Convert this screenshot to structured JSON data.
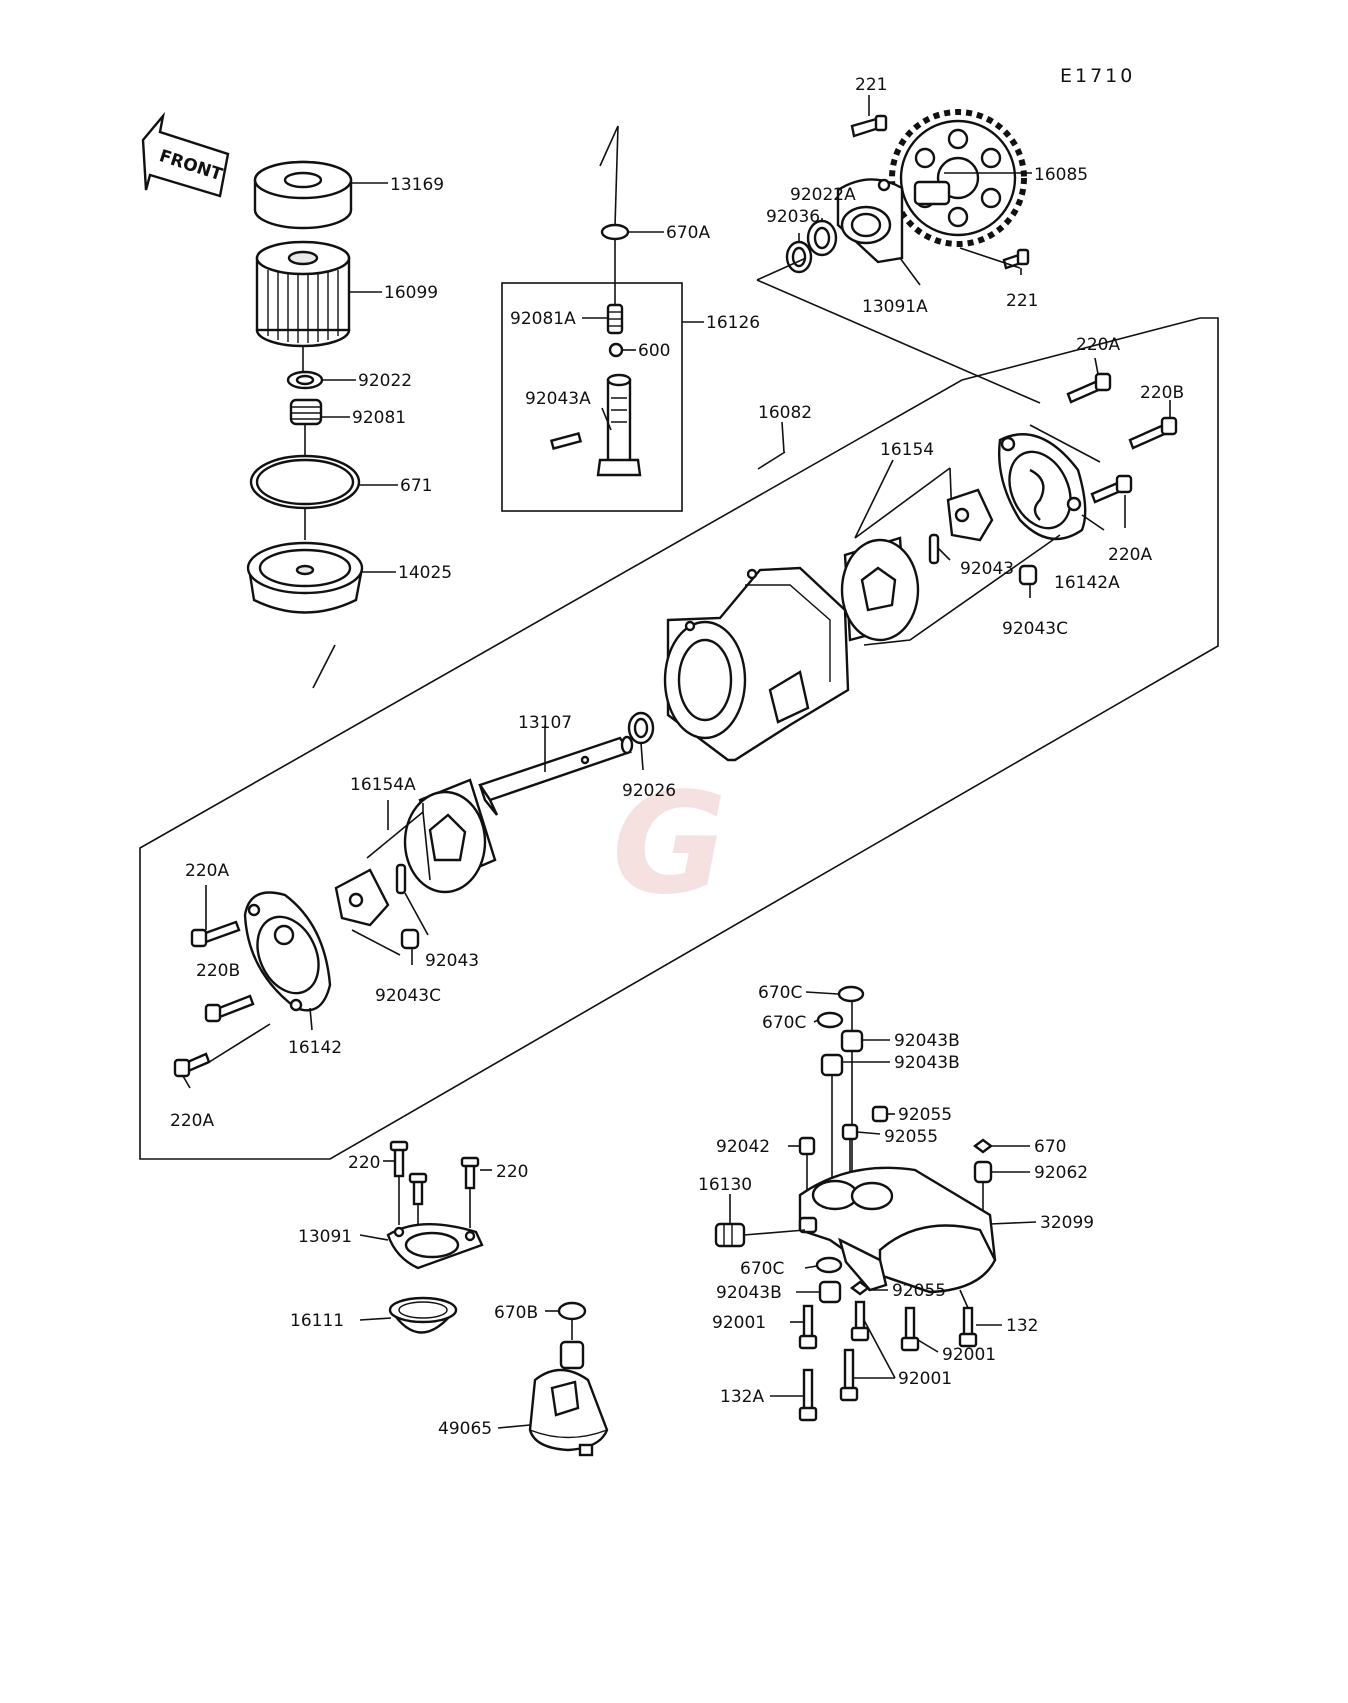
{
  "diagram_code": "E1710",
  "front_label": "FRONT",
  "watermark_letter": "G",
  "labels": {
    "p13169": "13169",
    "p16099": "16099",
    "p92022": "92022",
    "p92081": "92081",
    "p671": "671",
    "p14025": "14025",
    "p670A": "670A",
    "p92081A": "92081A",
    "p16126": "16126",
    "p600": "600",
    "p92043A": "92043A",
    "p221_top": "221",
    "p16085": "16085",
    "p92022A": "92022A",
    "p92036": "92036",
    "p13091A": "13091A",
    "p221_bottom": "221",
    "p220A_top": "220A",
    "p220B_top": "220B",
    "p220A_right": "220A",
    "p16082": "16082",
    "p16154": "16154",
    "p92043_top": "92043",
    "p16142A": "16142A",
    "p92043C_top": "92043C",
    "p13107": "13107",
    "p92026": "92026",
    "p16154A": "16154A",
    "p220A_left": "220A",
    "p220B_left": "220B",
    "p92043_left": "92043",
    "p92043C_left": "92043C",
    "p16142": "16142",
    "p220A_bottom": "220A",
    "p220_left": "220",
    "p220_right": "220",
    "p13091": "13091",
    "p16111": "16111",
    "p670B": "670B",
    "p49065": "49065",
    "p670C_1": "670C",
    "p670C_2": "670C",
    "p92043B_1": "92043B",
    "p92043B_2": "92043B",
    "p92055_1": "92055",
    "p92055_2": "92055",
    "p92042": "92042",
    "p670": "670",
    "p92062": "92062",
    "p16130": "16130",
    "p32099": "32099",
    "p670C_3": "670C",
    "p92043B_3": "92043B",
    "p92055_3": "92055",
    "p92001_1": "92001",
    "p132": "132",
    "p92001_2": "92001",
    "p92001_3": "92001",
    "p132A": "132A"
  }
}
